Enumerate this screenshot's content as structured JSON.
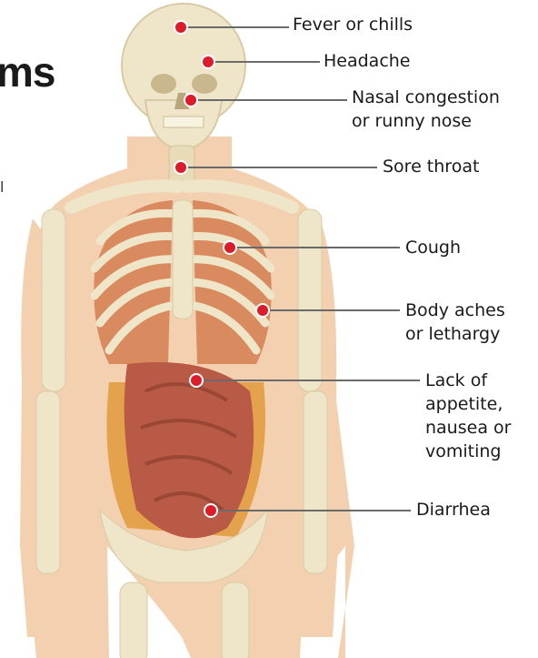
{
  "title_fragment": "ms",
  "side_fragment": "l",
  "colors": {
    "skin": "#f2d0b0",
    "bone": "#efe6c9",
    "bone_shade": "#d8cba4",
    "lung": "#d98a5e",
    "intestine": "#b85a45",
    "colon": "#e3a24b",
    "marker": "#dc1c2b",
    "leader": "#6a6a6a"
  },
  "symptoms": [
    {
      "id": "fever",
      "lines": [
        "Fever or chills"
      ]
    },
    {
      "id": "headache",
      "lines": [
        "Headache"
      ]
    },
    {
      "id": "nasal",
      "lines": [
        "Nasal congestion",
        "or runny nose"
      ]
    },
    {
      "id": "throat",
      "lines": [
        "Sore throat"
      ]
    },
    {
      "id": "cough",
      "lines": [
        "Cough"
      ]
    },
    {
      "id": "aches",
      "lines": [
        "Body aches",
        "or lethargy"
      ]
    },
    {
      "id": "appetite",
      "lines": [
        "Lack of",
        "appetite,",
        "nausea or",
        "vomiting"
      ]
    },
    {
      "id": "diarrhea",
      "lines": [
        "Diarrhea"
      ]
    }
  ]
}
